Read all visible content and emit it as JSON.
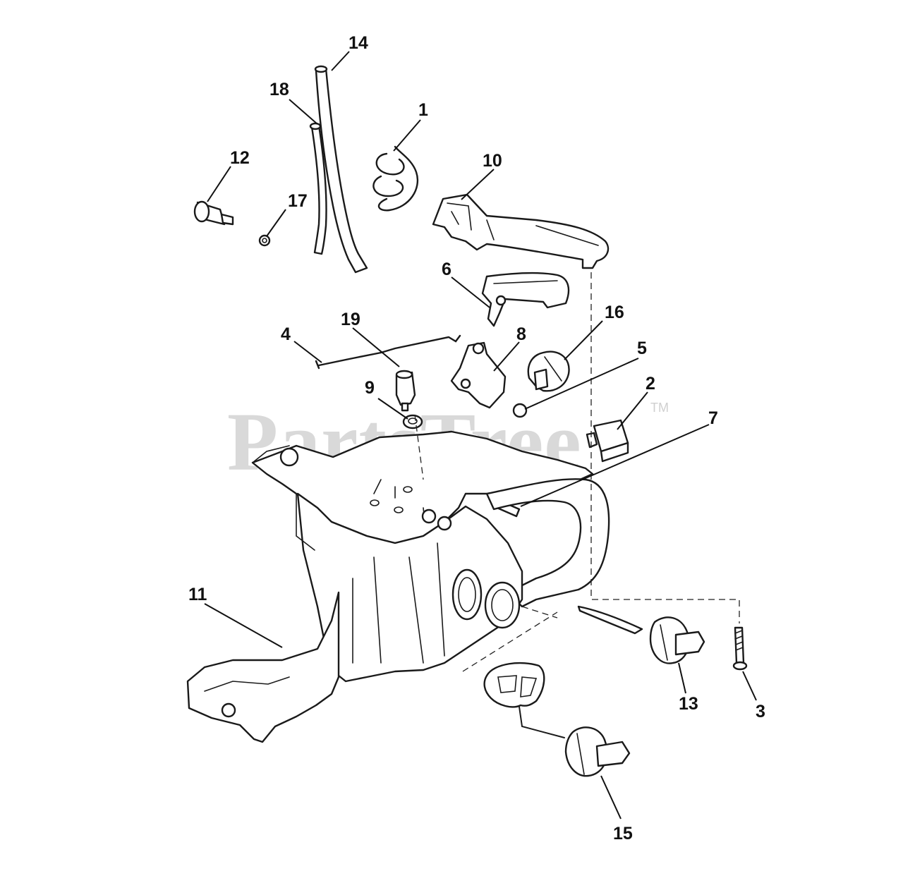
{
  "watermark": {
    "text": "PartsTree",
    "mark": "TM"
  },
  "callouts": {
    "p1": "1",
    "p2": "2",
    "p3": "3",
    "p4": "4",
    "p5": "5",
    "p6": "6",
    "p7": "7",
    "p8": "8",
    "p9": "9",
    "p10": "10",
    "p11": "11",
    "p12": "12",
    "p13": "13",
    "p14": "14",
    "p15": "15",
    "p16": "16",
    "p17": "17",
    "p18": "18",
    "p19": "19"
  }
}
